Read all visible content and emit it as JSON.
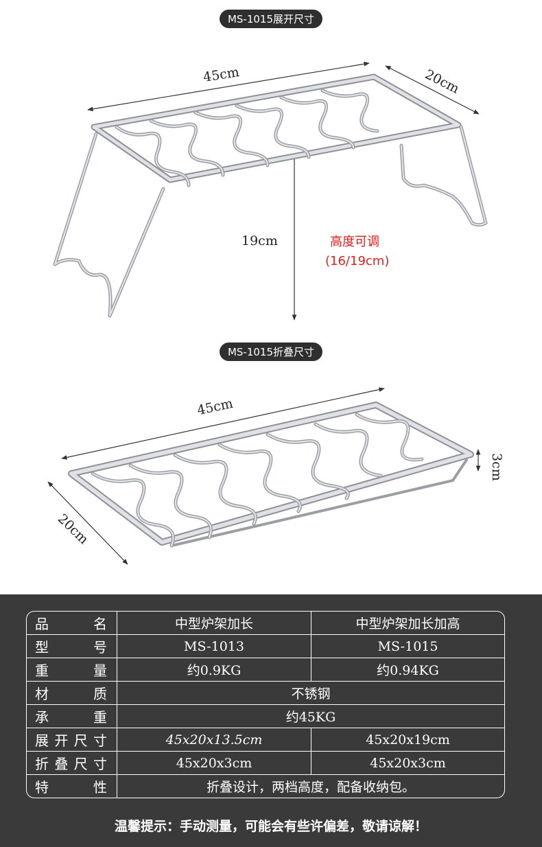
{
  "unfolded": {
    "badge": "MS-1015展开尺寸",
    "length": "45cm",
    "width": "20cm",
    "height": "19cm",
    "adjust_title": "高度可调",
    "adjust_value": "(16/19cm)"
  },
  "folded": {
    "badge": "MS-1015折叠尺寸",
    "length": "45cm",
    "width": "20cm",
    "thickness": "3cm"
  },
  "spec_table": {
    "rows": [
      {
        "label": "品　名",
        "a": "中型炉架加长",
        "b": "中型炉架加长加高"
      },
      {
        "label": "型　号",
        "a": "MS-1013",
        "b": "MS-1015"
      },
      {
        "label": "重　量",
        "a": "约0.9KG",
        "b": "约0.94KG"
      },
      {
        "label": "材　质",
        "merged": "不锈钢"
      },
      {
        "label": "承　重",
        "merged": "约45KG"
      },
      {
        "label": "展开尺寸",
        "a": "45x20x13.5cm",
        "b": "45x20x19cm"
      },
      {
        "label": "折叠尺寸",
        "a": "45x20x3cm",
        "b": "45x20x3cm"
      },
      {
        "label": "特　性",
        "merged": "折叠设计，两档高度，配备收纳包。"
      }
    ]
  },
  "tip": "温馨提示：手动测量，可能会有些许偏差，敬请谅解！",
  "colors": {
    "dark_bg": "#3a3a3a",
    "accent_red": "#e0201c",
    "metal": "#b9bcc1"
  }
}
